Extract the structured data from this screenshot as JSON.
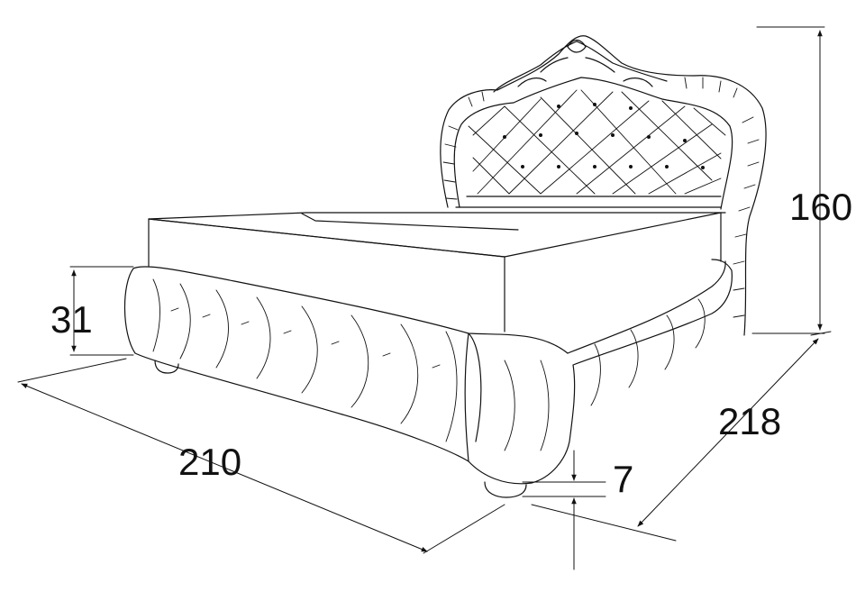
{
  "dimensions": {
    "height_total": "160",
    "base_height": "31",
    "depth": "218",
    "length": "210",
    "leg_height": "7"
  },
  "colors": {
    "line": "#111111",
    "background": "#ffffff"
  }
}
